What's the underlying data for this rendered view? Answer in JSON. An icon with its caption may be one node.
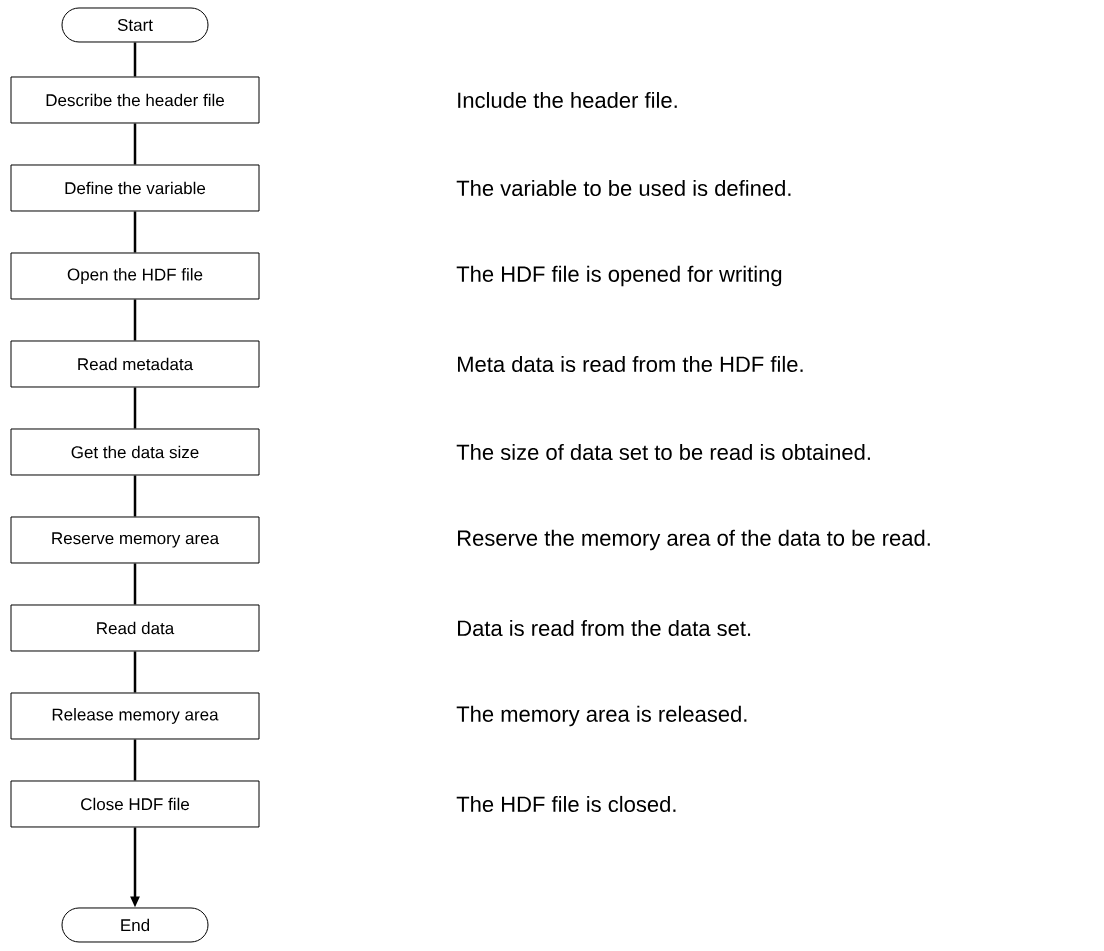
{
  "diagram": {
    "nodes": [
      {
        "text": [
          "Start"
        ]
      },
      {
        "text": [
          "Describe the header file"
        ]
      },
      {
        "text": [
          "Define the variable"
        ]
      },
      {
        "text": [
          "Open the HDF file"
        ]
      },
      {
        "text": [
          "Read metadata"
        ]
      },
      {
        "text": [
          "Get the data size"
        ]
      },
      {
        "text": [
          "Reserve memory area"
        ]
      },
      {
        "text": [
          "Read data"
        ]
      },
      {
        "text": [
          "Release memory area"
        ]
      },
      {
        "text": [
          "Close HDF file"
        ]
      },
      {
        "text": [
          "End"
        ]
      }
    ],
    "edges": [
      {
        "from": 0,
        "to": 1,
        "arrow": "none"
      },
      {
        "from": 1,
        "to": 2,
        "arrow": "none"
      },
      {
        "from": 2,
        "to": 3,
        "arrow": "none"
      },
      {
        "from": 3,
        "to": 4,
        "arrow": "none"
      },
      {
        "from": 4,
        "to": 5,
        "arrow": "none"
      },
      {
        "from": 5,
        "to": 6,
        "arrow": "none"
      },
      {
        "from": 6,
        "to": 7,
        "arrow": "none"
      },
      {
        "from": 7,
        "to": 8,
        "arrow": "none"
      },
      {
        "from": 8,
        "to": 9,
        "arrow": "none"
      },
      {
        "from": 9,
        "to": 10,
        "arrow": "to"
      }
    ],
    "labels": [
      "Include the header file.",
      "The variable to be used is defined.",
      "The HDF file is opened for writing",
      "Meta data is read from the HDF file.",
      "The size of data set to be read is obtained.",
      "Reserve the memory area of the data to be read.",
      "Data is read from the data set.",
      "The memory area is released.",
      "The HDF file is closed."
    ]
  }
}
